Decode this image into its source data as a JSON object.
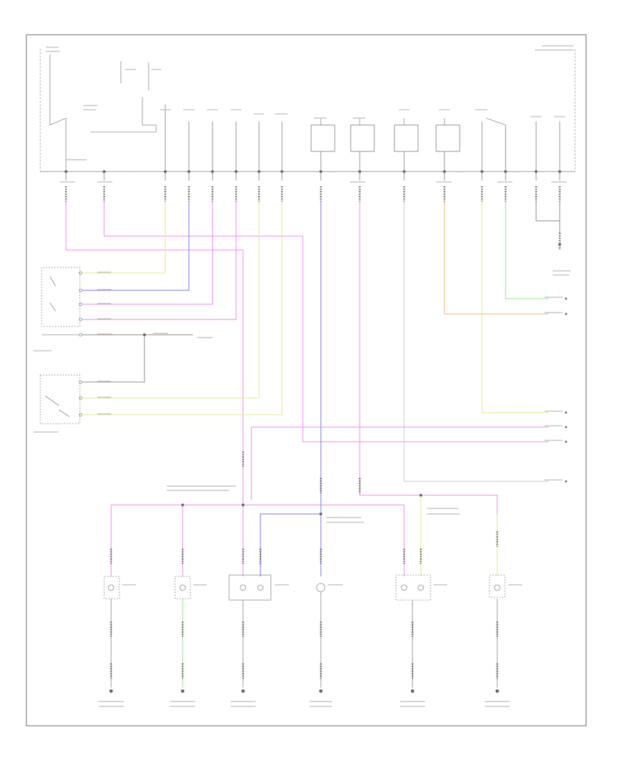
{
  "figure": {
    "code": "",
    "title_block": "",
    "legible_text": false
  },
  "colors": {
    "frame": "#666666",
    "wire_pink": "#f080f0",
    "wire_blue": "#7070f0",
    "wire_yellow": "#e6e680",
    "wire_green": "#90e090",
    "wire_orange": "#f0b070",
    "wire_gray": "#c8c8c8",
    "component": "#888888",
    "connector": "#777777"
  },
  "components": {
    "upper_module": "module",
    "multifunction_switch": "switch",
    "hazard_switch": "switch",
    "lamps": [
      "lamp-1",
      "lamp-2",
      "lamp-3",
      "lamp-4",
      "lamp-5",
      "lamp-6"
    ],
    "grounds": [
      "ground-1",
      "ground-2",
      "ground-3",
      "ground-4",
      "ground-5",
      "ground-6"
    ]
  }
}
